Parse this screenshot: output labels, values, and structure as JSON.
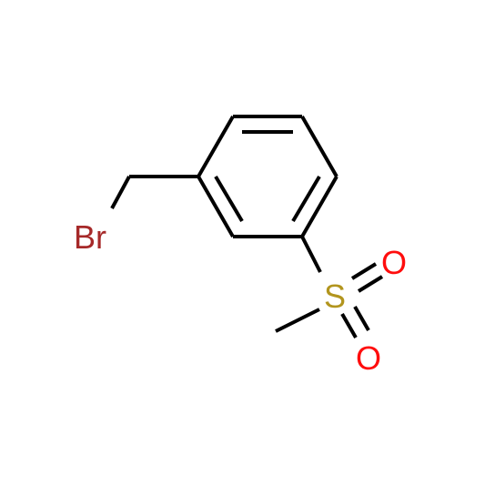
{
  "molecule": {
    "atoms": [
      {
        "id": "br",
        "symbol": "Br",
        "color": "#a62929"
      },
      {
        "id": "s",
        "symbol": "S",
        "color": "#b2951e"
      },
      {
        "id": "o1",
        "symbol": "O",
        "color": "#ff0d0d"
      },
      {
        "id": "o2",
        "symbol": "O",
        "color": "#ff0d0d"
      }
    ],
    "bond_color": "#000000"
  }
}
